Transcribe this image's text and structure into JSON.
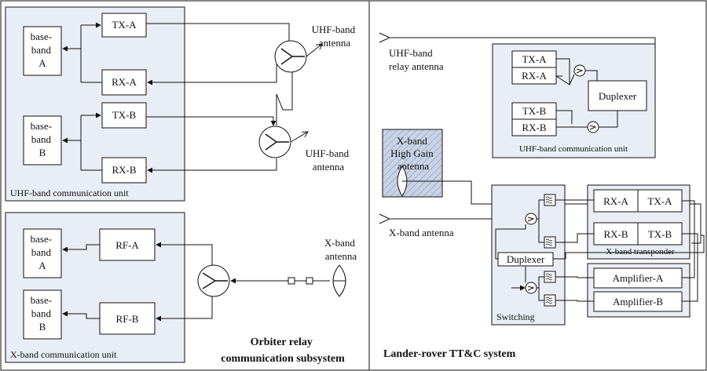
{
  "orbiter": {
    "uhf_unit": {
      "title": "UHF-band communication unit",
      "baseband_a": [
        "base-",
        "band",
        "A"
      ],
      "baseband_b": [
        "base-",
        "band",
        "B"
      ],
      "tx_a": "TX-A",
      "rx_a": "RX-A",
      "tx_b": "TX-B",
      "rx_b": "RX-B",
      "antenna_1": [
        "UHF-band",
        "antenna"
      ],
      "antenna_2": [
        "UHF-band",
        "antenna"
      ]
    },
    "x_unit": {
      "title": "X-band communication unit",
      "baseband_a": [
        "base-",
        "band",
        "A"
      ],
      "baseband_b": [
        "base-",
        "band",
        "B"
      ],
      "rf_a": "RF-A",
      "rf_b": "RF-B",
      "antenna": [
        "X-band",
        "antenna"
      ]
    },
    "caption": [
      "Orbiter relay",
      "communication subsystem"
    ]
  },
  "lander": {
    "uhf_relay_antenna": [
      "UHF-band",
      "relay antenna"
    ],
    "uhf_unit": {
      "title": "UHF-band communication unit",
      "tx_a": "TX-A",
      "rx_a": "RX-A",
      "tx_b": "TX-B",
      "rx_b": "RX-B",
      "duplexer": "Duplexer"
    },
    "high_gain": [
      "X-band",
      "High Gain",
      "antenna"
    ],
    "x_antenna": "X-band antenna",
    "switching": {
      "title": "Switching",
      "duplexer": "Duplexer"
    },
    "x_transponder": {
      "title": "X-band transponder",
      "rx_a": "RX-A",
      "tx_a": "TX-A",
      "rx_b": "RX-B",
      "tx_b": "TX-B"
    },
    "amplifier_a": "Amplifier-A",
    "amplifier_b": "Amplifier-B",
    "caption": "Lander-rover TT&C system"
  },
  "colors": {
    "panel_fill": "#e9edf6",
    "hatch_fill": "#c9d3e6",
    "line": "#111111"
  }
}
